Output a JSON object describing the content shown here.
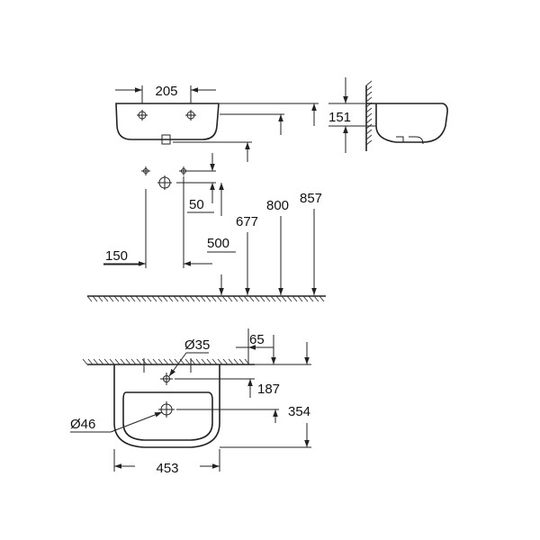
{
  "dimensions": {
    "basin_width_top": "205",
    "wall_projection": "151",
    "rim_height": "857",
    "overflow_height": "800",
    "waste_height": "677",
    "fixing_height": "500",
    "fixing_offset": "50",
    "fixing_spacing": "150",
    "tap_hole_diameter": "Ø35",
    "tap_hole_offset": "65",
    "tap_hole_depth": "187",
    "basin_depth": "354",
    "waste_diameter": "Ø46",
    "basin_width": "453"
  }
}
